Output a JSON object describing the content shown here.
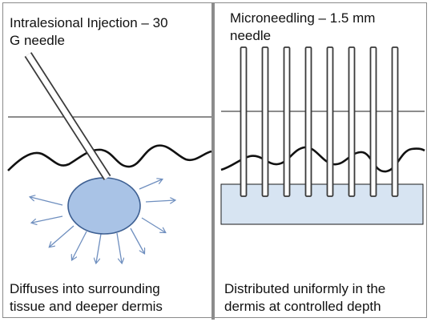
{
  "left_panel": {
    "title": "Intralesional Injection – 30\nG needle",
    "caption": "Diffuses into surrounding\ntissue and deeper dermis"
  },
  "right_panel": {
    "title": "Microneedling – 1.5 mm\nneedle",
    "caption": "Distributed uniformly in the\ndermis at controlled depth",
    "needle_count": 8
  },
  "colors": {
    "fluid_fill": "#a9c3e6",
    "fluid_stroke": "#3d5f92",
    "arrow": "#6f8fbf",
    "band_fill": "#d7e4f2",
    "line": "#1a1a1a"
  }
}
